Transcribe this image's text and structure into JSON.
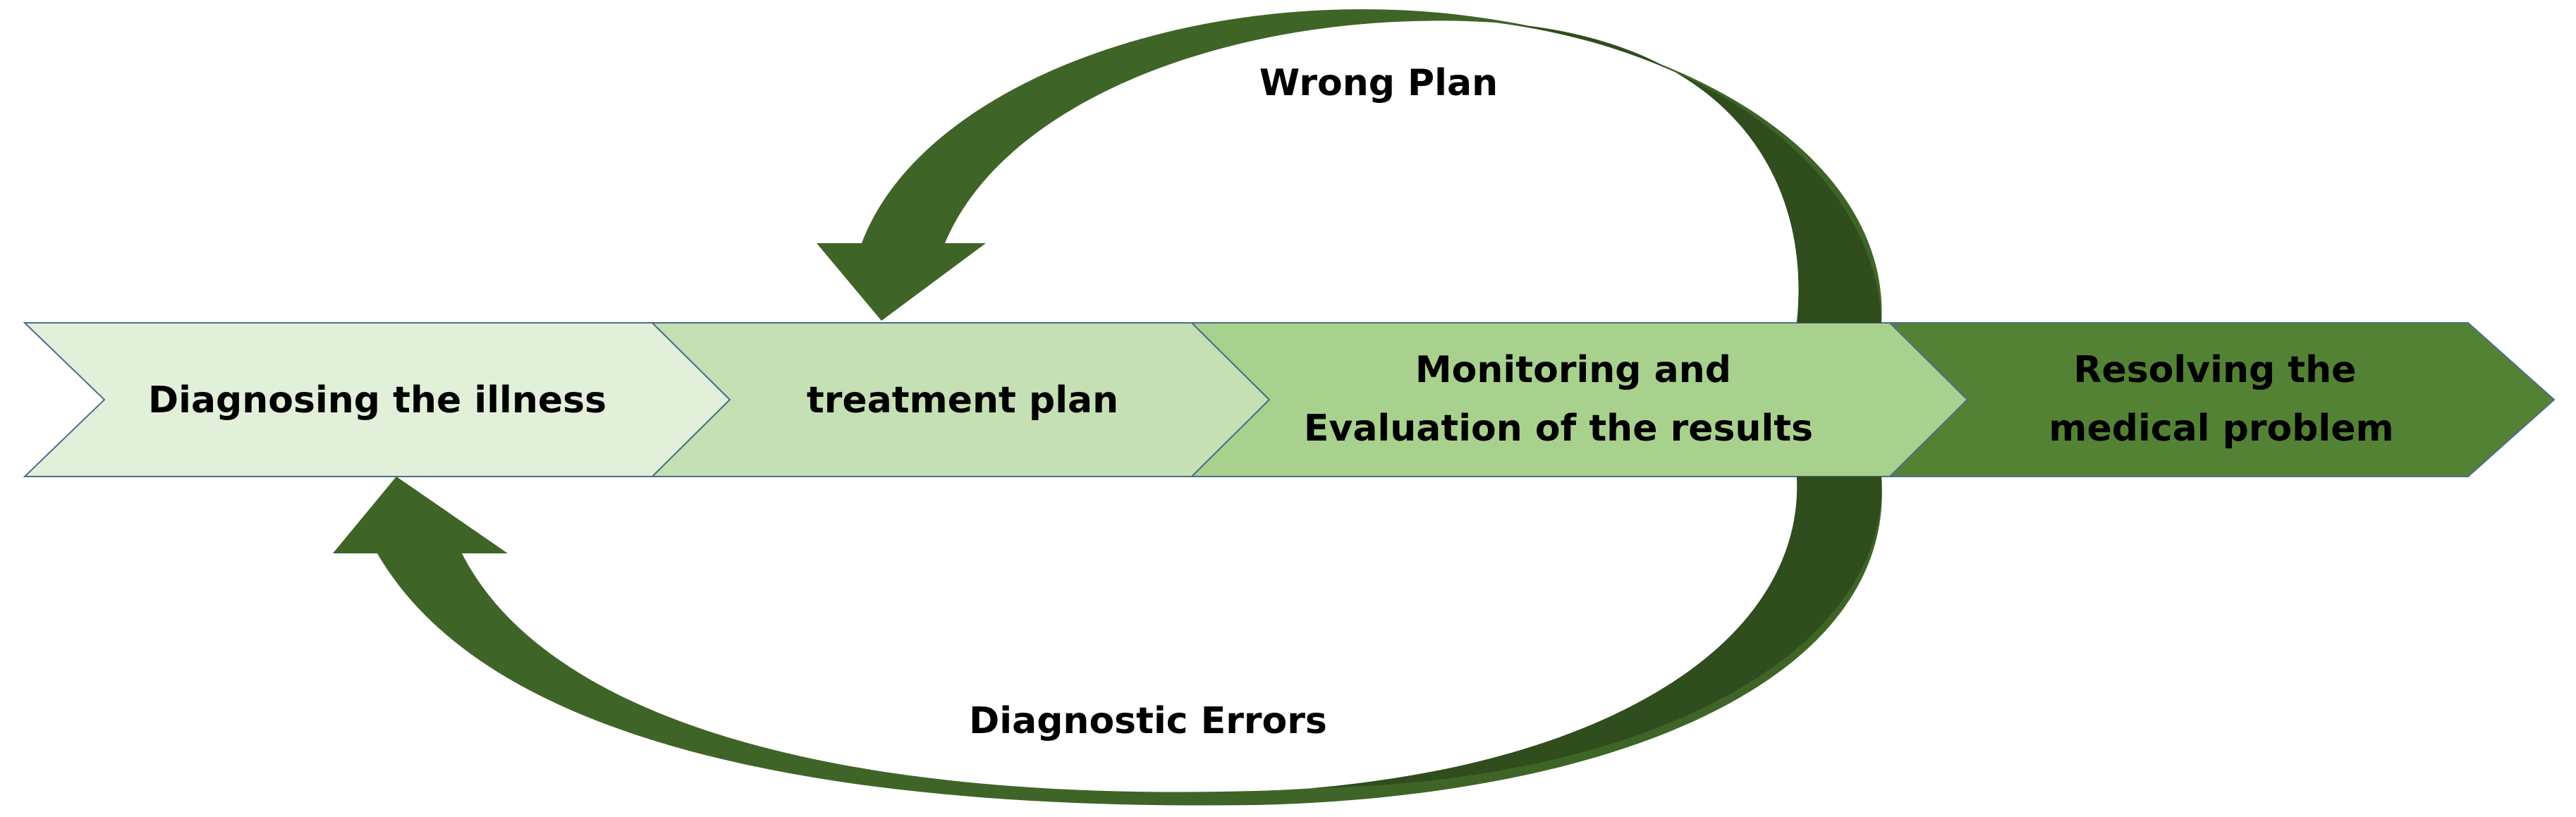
{
  "steps": [
    {
      "lines": [
        "Diagnosing the illness"
      ],
      "fill": "#e2f0d9"
    },
    {
      "lines": [
        "treatment plan"
      ],
      "fill": "#c5e0b4"
    },
    {
      "lines": [
        "Monitoring and",
        "Evaluation of the results"
      ],
      "fill": "#a9d18e"
    },
    {
      "lines": [
        "Resolving the",
        "medical problem"
      ],
      "fill": "#548235"
    }
  ],
  "loops": {
    "top_label": "Wrong Plan",
    "bottom_label": "Diagnostic Errors"
  },
  "colors": {
    "step_border": "#4a6e8a",
    "loop_arrow": "#3f6427",
    "loop_arrow_dark": "#2f4d1d",
    "text": "#000000"
  }
}
